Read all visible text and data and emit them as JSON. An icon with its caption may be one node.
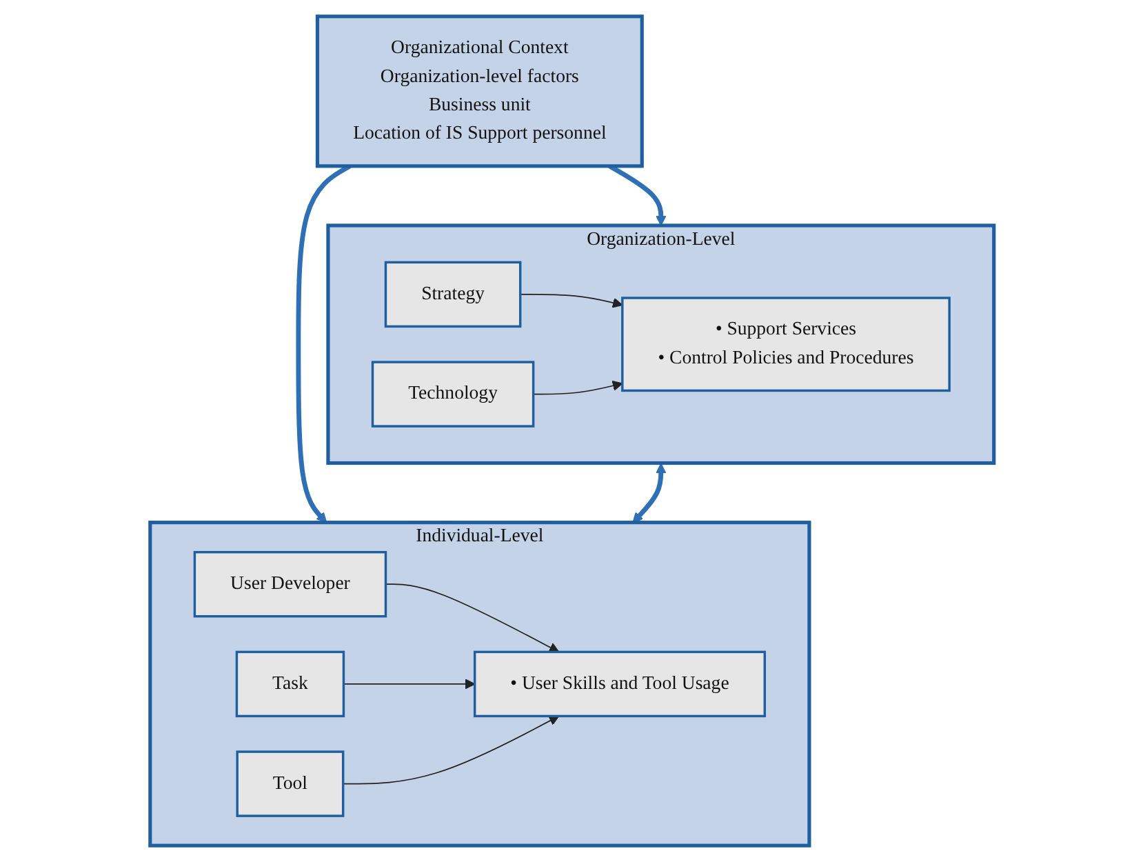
{
  "diagram": {
    "nodes": [
      {
        "text": [
          "Organizational Context",
          "Organization-level factors",
          "Business unit",
          "Location of IS Support personnel"
        ]
      },
      {
        "text": [
          "Organization-Level"
        ]
      },
      {
        "text": [
          "Strategy"
        ],
        "in": 1
      },
      {
        "text": [
          "Technology"
        ],
        "in": 1
      },
      {
        "text": [
          "• Support Services",
          "• Control Policies and Procedures"
        ],
        "in": 1
      },
      {
        "text": [
          "Individual-Level"
        ]
      },
      {
        "text": [
          "User Developer"
        ],
        "in": 5
      },
      {
        "text": [
          "Task"
        ],
        "in": 5
      },
      {
        "text": [
          "Tool"
        ],
        "in": 5
      },
      {
        "text": [
          "• User Skills and Tool Usage"
        ],
        "in": 5
      }
    ],
    "edges": [
      {
        "from": 0,
        "to": 1,
        "arrow": "to",
        "style": "thick",
        "color": "#2f6fb5"
      },
      {
        "from": 0,
        "to": 5,
        "arrow": "to",
        "style": "thick",
        "color": "#2f6fb5"
      },
      {
        "from": 1,
        "to": 5,
        "arrow": "both",
        "style": "thick",
        "color": "#2f6fb5"
      },
      {
        "from": 2,
        "to": 4,
        "arrow": "to"
      },
      {
        "from": 3,
        "to": 4,
        "arrow": "to"
      },
      {
        "from": 6,
        "to": 9,
        "arrow": "to"
      },
      {
        "from": 7,
        "to": 9,
        "arrow": "to"
      },
      {
        "from": 8,
        "to": 9,
        "arrow": "to"
      }
    ]
  }
}
